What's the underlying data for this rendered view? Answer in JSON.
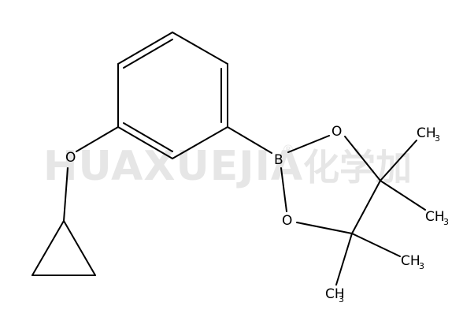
{
  "watermark": {
    "latin": "HUAXUEJIA",
    "registered": "®",
    "chinese": "化学加"
  },
  "atoms": {
    "oxygen_ether": "O",
    "boron": "B",
    "oxygen_ring_top": "O",
    "oxygen_ring_bottom": "O",
    "methyl_1": {
      "main": "CH",
      "sub": "3"
    },
    "methyl_2": {
      "main": "CH",
      "sub": "3"
    },
    "methyl_3": {
      "main": "CH",
      "sub": "3"
    },
    "methyl_4": {
      "main": "CH",
      "sub": "3"
    }
  }
}
